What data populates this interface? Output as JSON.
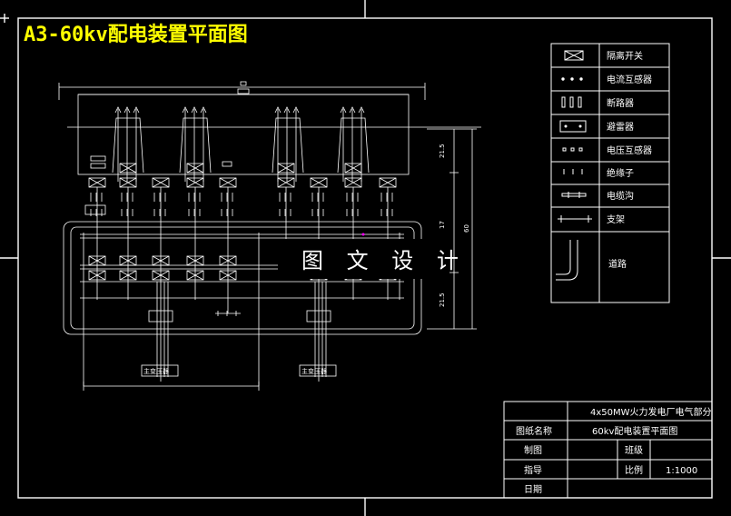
{
  "drawing": {
    "title": "A3-60kv配电装置平面图",
    "watermark": "图 文 设 计",
    "transformer_left": "主变压器",
    "transformer_right": "主变压器"
  },
  "dimensions": {
    "d1": "21.5",
    "d2": "17",
    "d3": "21.5",
    "total": "60"
  },
  "legend": {
    "items": [
      {
        "symbol": "isolator",
        "label": "隔离开关"
      },
      {
        "symbol": "current-transformer",
        "label": "电流互感器"
      },
      {
        "symbol": "breaker",
        "label": "断路器"
      },
      {
        "symbol": "arrester",
        "label": "避雷器"
      },
      {
        "symbol": "voltage-transformer",
        "label": "电压互感器"
      },
      {
        "symbol": "insulator",
        "label": "绝缘子"
      },
      {
        "symbol": "cable-trench",
        "label": "电缆沟"
      },
      {
        "symbol": "support",
        "label": "支架"
      },
      {
        "symbol": "road",
        "label": "道路"
      }
    ]
  },
  "title_block": {
    "project": "4x50MW火力发电厂电气部分",
    "drawing_name_label": "图纸名称",
    "drawing_name": "60kv配电装置平面图",
    "drawn_label": "制图",
    "grade_label": "班级",
    "advisor_label": "指导",
    "scale_label": "比例",
    "scale_value": "1:1000",
    "date_label": "日期"
  },
  "colors": {
    "background": "#000000",
    "lines": "#ffffff",
    "title": "#ffff00",
    "watermark_bg": "#000000"
  }
}
